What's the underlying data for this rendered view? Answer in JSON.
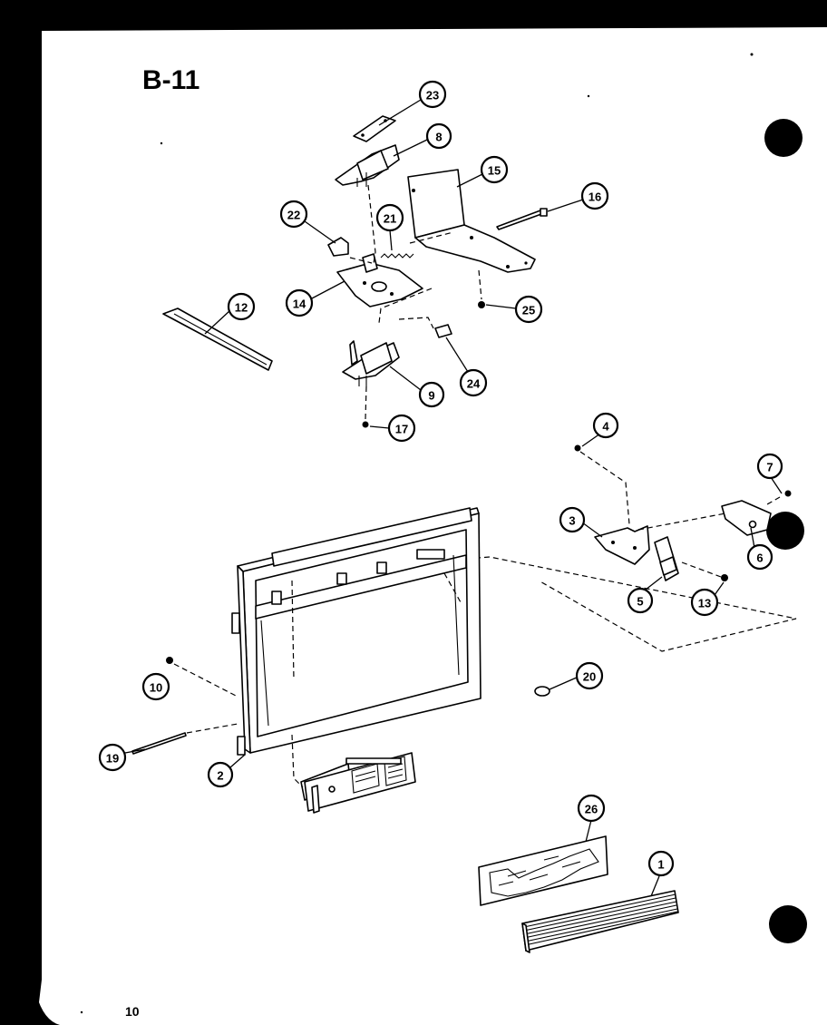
{
  "diagram": {
    "title": "B-11",
    "page_number": "10",
    "callouts": [
      {
        "label": "23"
      },
      {
        "label": "8"
      },
      {
        "label": "15"
      },
      {
        "label": "16"
      },
      {
        "label": "22"
      },
      {
        "label": "21"
      },
      {
        "label": "14"
      },
      {
        "label": "25"
      },
      {
        "label": "12"
      },
      {
        "label": "24"
      },
      {
        "label": "9"
      },
      {
        "label": "17"
      },
      {
        "label": "4"
      },
      {
        "label": "7"
      },
      {
        "label": "3"
      },
      {
        "label": "6"
      },
      {
        "label": "5"
      },
      {
        "label": "13"
      },
      {
        "label": "10"
      },
      {
        "label": "20"
      },
      {
        "label": "19"
      },
      {
        "label": "2"
      },
      {
        "label": "26"
      },
      {
        "label": "1"
      }
    ]
  }
}
